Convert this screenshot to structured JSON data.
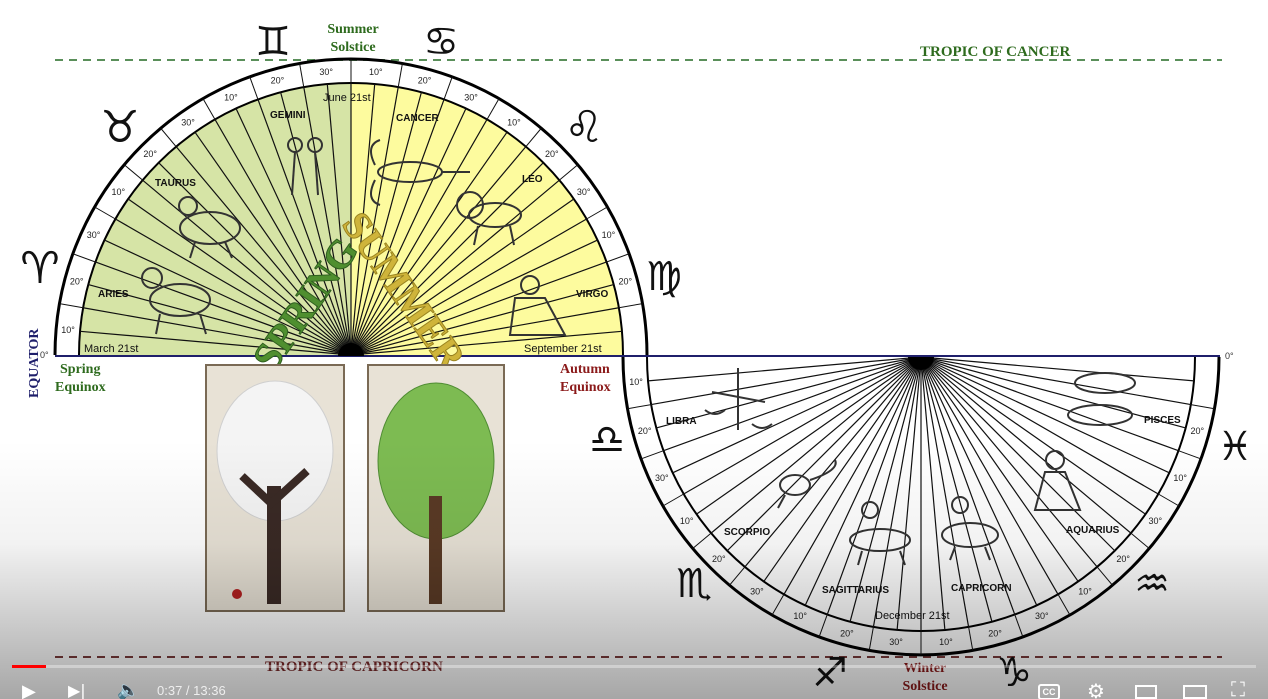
{
  "labels": {
    "tropic_cancer": "TROPIC OF CANCER",
    "tropic_capricorn": "TROPIC OF CAPRICORN",
    "equator": "EQUATOR",
    "summer_solstice_1": "Summer",
    "summer_solstice_2": "Solstice",
    "winter_solstice_1": "Winter",
    "winter_solstice_2": "Solstice",
    "spring_equinox_1": "Spring",
    "spring_equinox_2": "Equinox",
    "autumn_equinox_1": "Autumn",
    "autumn_equinox_2": "Equinox",
    "spring": "SPRING",
    "summer": "SUMMER",
    "march": "March 21st",
    "june": "June 21st",
    "september": "September 21st",
    "december": "December 21st"
  },
  "signs_upper": [
    "ARIES",
    "TAURUS",
    "GEMINI",
    "CANCER",
    "LEO",
    "VIRGO"
  ],
  "signs_lower": [
    "LIBRA",
    "SCORPIO",
    "SAGITTARIUS",
    "CAPRICORN",
    "AQUARIUS",
    "PISCES"
  ],
  "glyphs": {
    "aries": "♈",
    "taurus": "♉",
    "gemini": "♊",
    "cancer": "♋",
    "leo": "♌",
    "virgo": "♍",
    "libra": "♎",
    "scorpio": "♏",
    "sagittarius": "♐",
    "capricorn": "♑",
    "aquarius": "♒",
    "pisces": "♓"
  },
  "degree_labels": {
    "upper": [
      "10°",
      "20°",
      "30°",
      "10°",
      "20°",
      "30°",
      "10°",
      "20°",
      "30°",
      "10°",
      "20°",
      "30°",
      "10°",
      "20°",
      "30°",
      "10°",
      "20°"
    ],
    "upper_zero": "0°",
    "lower": [
      "10°",
      "20°",
      "30°",
      "10°",
      "20°",
      "30°",
      "10°",
      "20°",
      "30°",
      "10°",
      "20°",
      "30°",
      "10°",
      "20°",
      "30°",
      "10°",
      "20°"
    ],
    "lower_zero": "0°"
  },
  "player": {
    "time": "0:37 / 13:36",
    "progress_fraction": 0.0272,
    "cc_label": "CC"
  },
  "colors": {
    "spring_fill": "#d6e4a6",
    "summer_fill": "#fdfb9e",
    "label_green": "#2e6b1e",
    "label_red": "#8b1a1a",
    "equator_blue": "#1f1f6b",
    "tropic_line": "#5a8f5a",
    "tropic_capricorn_line": "#7a3a3a"
  }
}
